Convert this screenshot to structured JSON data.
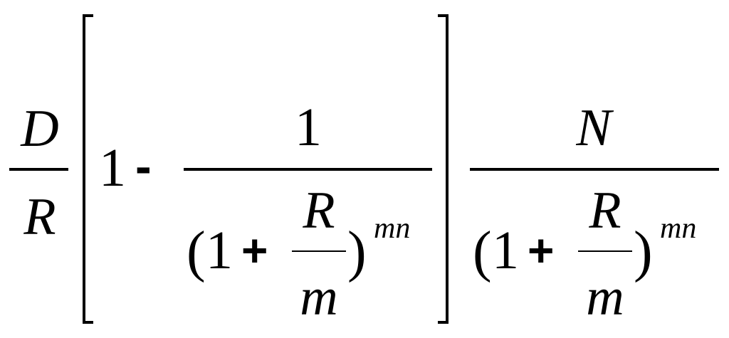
{
  "formula": {
    "outer_fraction": {
      "numerator": "D",
      "denominator": "R"
    },
    "bracket": {
      "one": "1",
      "minus": "-",
      "fraction": {
        "numerator": "1",
        "denominator": {
          "open_paren": "(",
          "one": "1",
          "plus": "+",
          "inner_numerator": "R",
          "inner_denominator": "m",
          "close_paren": ")",
          "exponent": "mn"
        }
      }
    },
    "right_fraction": {
      "numerator": "N",
      "denominator": {
        "open_paren": "(",
        "one": "1",
        "plus": "+",
        "inner_numerator": "R",
        "inner_denominator": "m",
        "close_paren": ")",
        "exponent": "mn"
      }
    }
  }
}
